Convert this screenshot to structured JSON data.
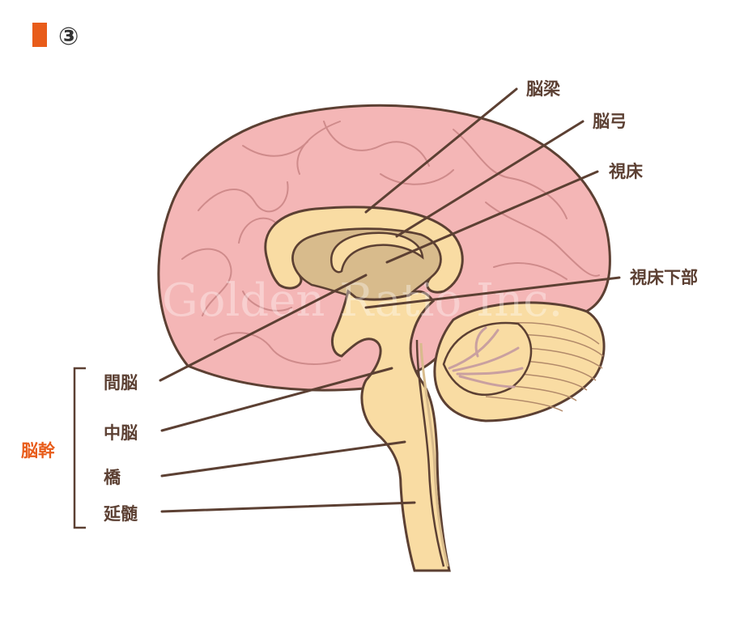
{
  "header": {
    "badge_color": "#e85c1a",
    "number": "③"
  },
  "labels": {
    "corpus_callosum": "脳梁",
    "fornix": "脳弓",
    "thalamus": "視床",
    "hypothalamus": "視床下部",
    "diencephalon": "間脳",
    "midbrain": "中脳",
    "pons": "橋",
    "medulla": "延髄"
  },
  "group": {
    "brainstem": "脳幹",
    "color": "#e85c1a"
  },
  "watermark": "Golden Ratio Inc.",
  "colors": {
    "cerebrum": "#f4b6b6",
    "brainstem": "#f9dca3",
    "inner": "#d8bb8c",
    "outline": "#5c4033",
    "label": "#5c4033"
  }
}
